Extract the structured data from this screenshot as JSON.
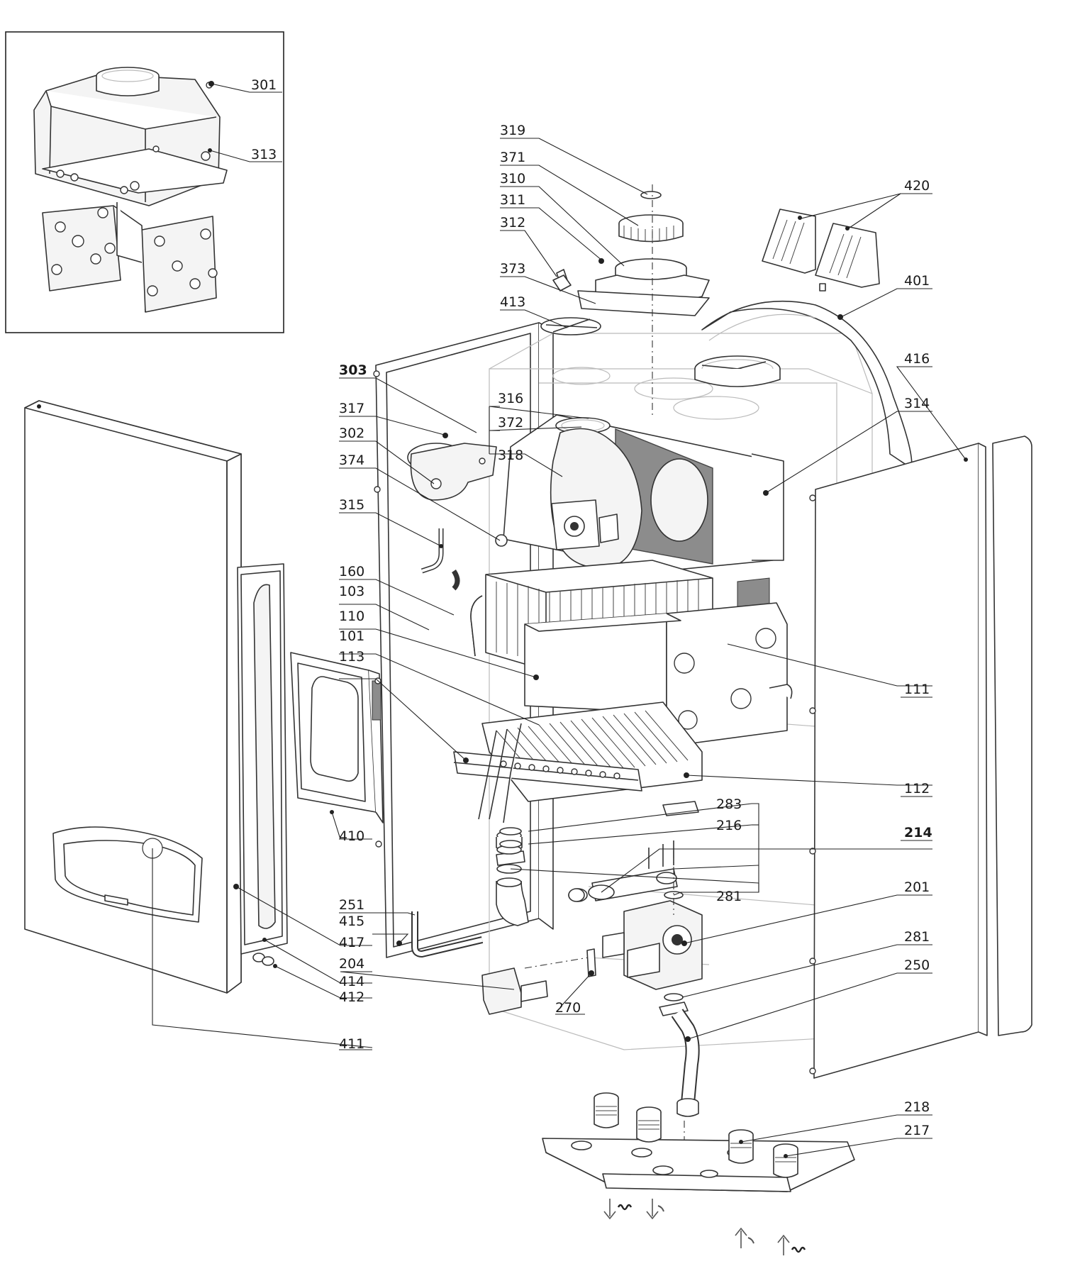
{
  "callouts": {
    "c301": "301",
    "c313": "313",
    "c319": "319",
    "c371": "371",
    "c310": "310",
    "c311": "311",
    "c312": "312",
    "c373": "373",
    "c413": "413",
    "c420": "420",
    "c401": "401",
    "c416": "416",
    "c303": "303",
    "c316": "316",
    "c372": "372",
    "c317": "317",
    "c302": "302",
    "c318": "318",
    "c374": "374",
    "c314": "314",
    "c315": "315",
    "c160": "160",
    "c103": "103",
    "c110": "110",
    "c101": "101",
    "c113": "113",
    "c111": "111",
    "c112": "112",
    "c283": "283",
    "c216": "216",
    "c214": "214",
    "c281a": "281",
    "c201": "201",
    "c281b": "281",
    "c250": "250",
    "c251": "251",
    "c415": "415",
    "c417": "417",
    "c204": "204",
    "c414": "414",
    "c412": "412",
    "c270": "270",
    "c410": "410",
    "c411": "411",
    "c218": "218",
    "c217": "217"
  },
  "emphasis": {
    "bold_callouts": [
      "303",
      "214"
    ]
  },
  "icons": [
    "arrow-down-icon",
    "arrow-up-icon",
    "coil-icon",
    "tap-icon"
  ]
}
